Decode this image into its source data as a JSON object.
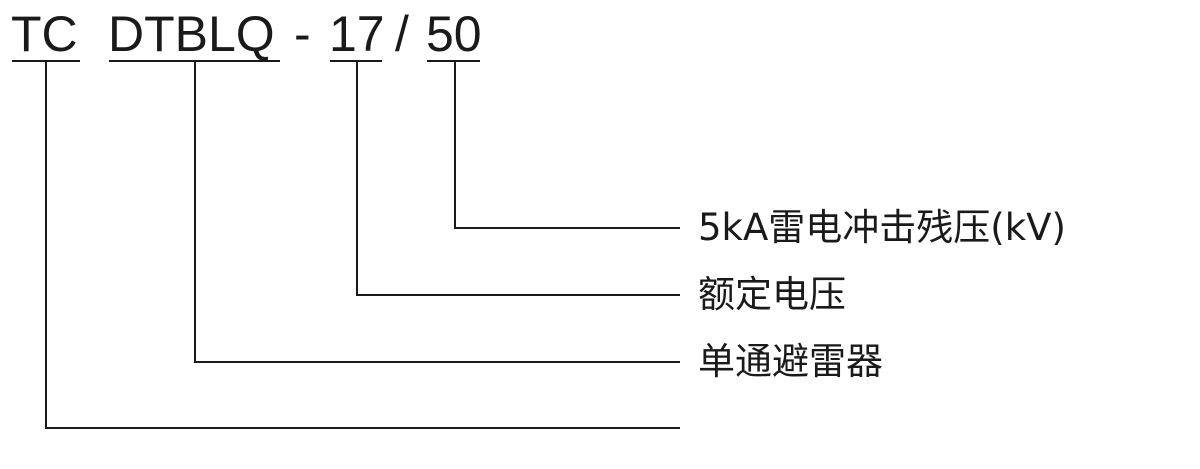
{
  "model_code": {
    "prefix": "TC",
    "type": "DTBLQ",
    "dash": "-",
    "rated_voltage": "17",
    "slash": "/",
    "residual_voltage": "50"
  },
  "labels": {
    "residual_voltage": "5kA雷电冲击残压(kV)",
    "rated_voltage": "额定电压",
    "type": "单通避雷器"
  }
}
